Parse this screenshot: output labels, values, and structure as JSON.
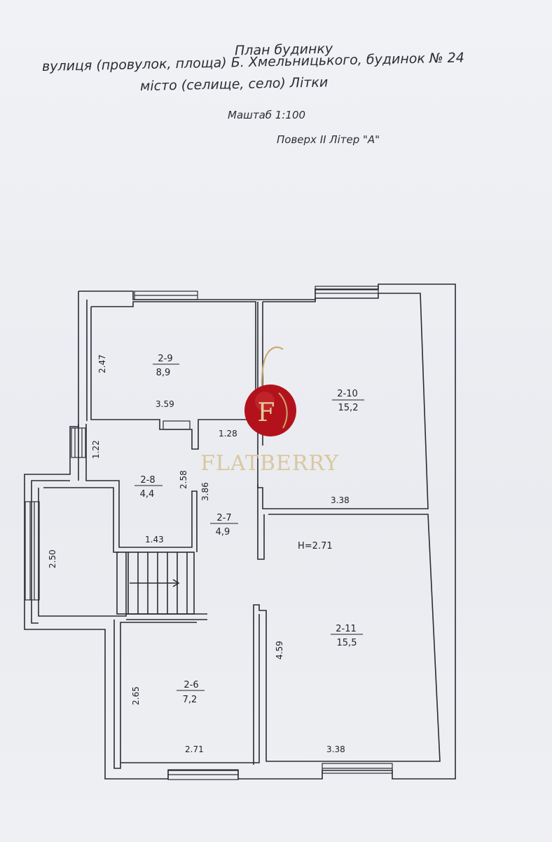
{
  "header": {
    "title": "План будинку",
    "street_line": "вулиця (провулок, площа) Б. Хмельницького, будинок № 24",
    "city_line": "місто (селище, село) Літки",
    "scale": "Маштаб 1:100",
    "floor": "Поверх II Літер \"А\""
  },
  "rooms": [
    {
      "code": "2-9",
      "area": "8,9"
    },
    {
      "code": "2-10",
      "area": "15,2"
    },
    {
      "code": "2-8",
      "area": "4,4"
    },
    {
      "code": "2-7",
      "area": "4,9"
    },
    {
      "code": "2-11",
      "area": "15,5"
    },
    {
      "code": "2-6",
      "area": "7,2"
    }
  ],
  "dimensions": {
    "d247": "2.47",
    "d359": "3.59",
    "d128": "1.28",
    "d122": "1.22",
    "d258": "2.58",
    "d386": "3.86",
    "d338a": "3.38",
    "d143": "1.43",
    "d250": "2.50",
    "height": "H=2.71",
    "d459": "4.59",
    "d265": "2.65",
    "d271": "2.71",
    "d338b": "3.38"
  },
  "watermark": {
    "brand": "FLATBERRY",
    "letter": "F",
    "colors": {
      "berry": "#b3121c",
      "gold": "#c9a86a"
    }
  }
}
